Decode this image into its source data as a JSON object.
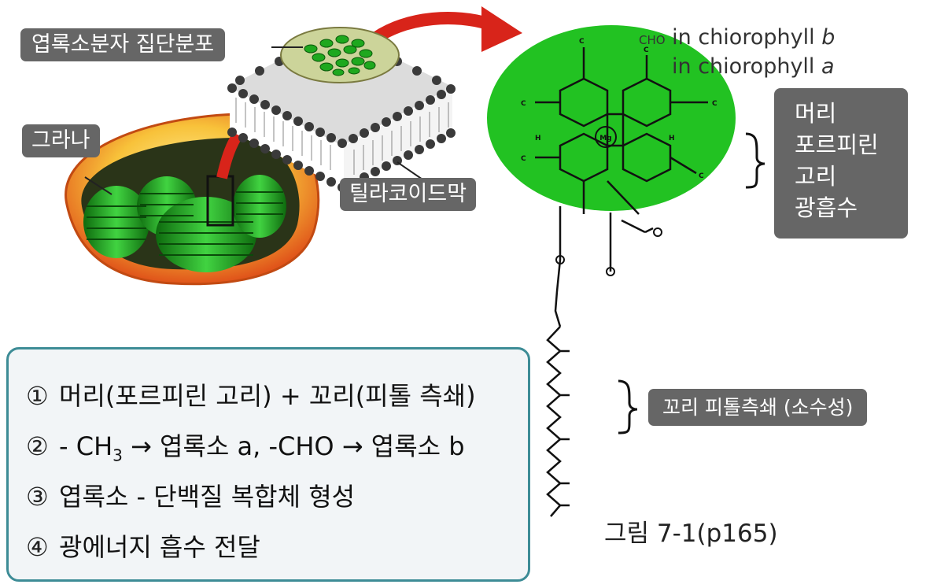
{
  "labels": {
    "chlorophyll_distribution": "엽록소분자 집단분포",
    "grana": "그라나",
    "thylakoid_membrane": "틸라코이드막",
    "tail_phytol_chain": "꼬리 피톨측쇄 (소수성)"
  },
  "head_box": {
    "lines": [
      "머리",
      "포르피린",
      "고리",
      "광흡수"
    ]
  },
  "chlorophyll_legend": {
    "b_prefix": "CHO",
    "b_text": "in chiorophyll",
    "b_letter": "b",
    "a_text": "in chiorophyll",
    "a_letter": "a"
  },
  "molecule_atoms": {
    "mg": "Mg"
  },
  "summary": {
    "items": [
      {
        "num": "①",
        "text": "머리(포르피린 고리) + 꼬리(피톨 측쇄)"
      },
      {
        "num": "②",
        "text_parts": [
          "- CH",
          "3",
          " → 엽록소 a, -CHO → 엽록소 b"
        ]
      },
      {
        "num": "③",
        "text": "엽록소 - 단백질 복합체 형성"
      },
      {
        "num": "④",
        "text": "광에너지 흡수 전달"
      }
    ]
  },
  "caption": "그림 7-1(p165)",
  "colors": {
    "label_bg": "#666666",
    "chlorophyll_green": "#22c222",
    "summary_border": "#3d8c96",
    "arrow_red": "#d8241a",
    "chloroplast_orange": "#f5a623"
  }
}
